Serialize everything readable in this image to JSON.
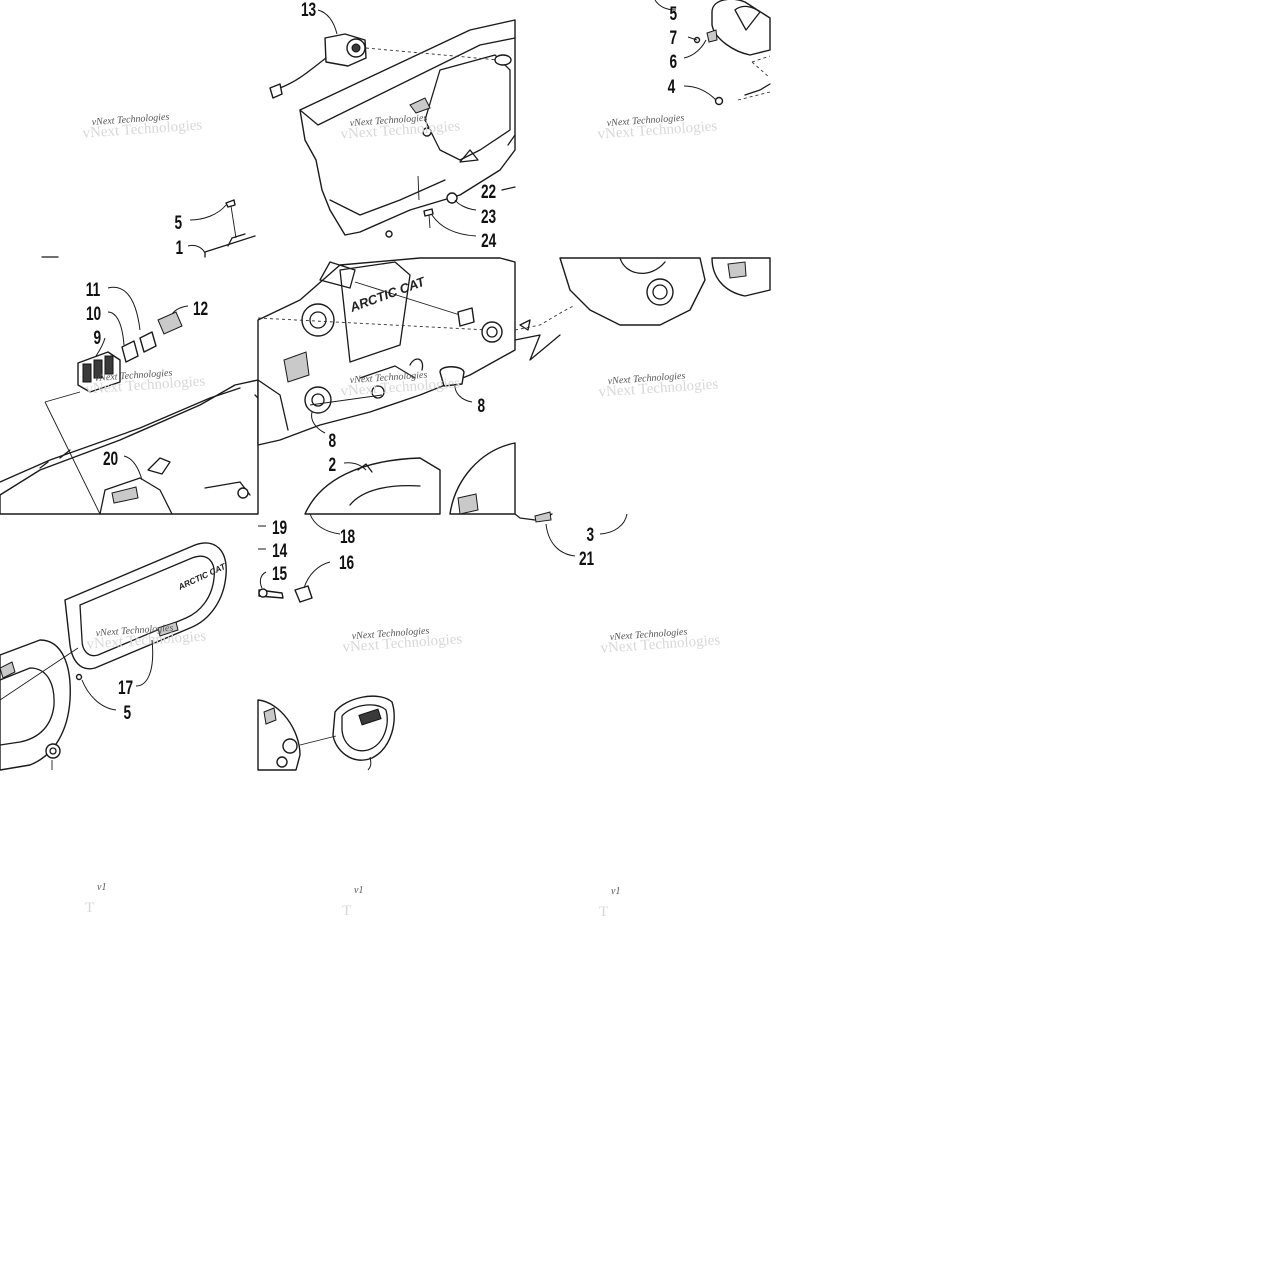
{
  "callouts": [
    {
      "label": "13"
    },
    {
      "label": "5"
    },
    {
      "label": "7"
    },
    {
      "label": "6"
    },
    {
      "label": "4"
    },
    {
      "label": "5"
    },
    {
      "label": "1"
    },
    {
      "label": "22"
    },
    {
      "label": "23"
    },
    {
      "label": "24"
    },
    {
      "label": "11"
    },
    {
      "label": "10"
    },
    {
      "label": "12"
    },
    {
      "label": "9"
    },
    {
      "label": "8"
    },
    {
      "label": "8"
    },
    {
      "label": "2"
    },
    {
      "label": "20"
    },
    {
      "label": "19"
    },
    {
      "label": "14"
    },
    {
      "label": "15"
    },
    {
      "label": "16"
    },
    {
      "label": "18"
    },
    {
      "label": "3"
    },
    {
      "label": "21"
    },
    {
      "label": "17"
    },
    {
      "label": "5"
    }
  ],
  "watermark": {
    "text": "vNext Technologies",
    "short": "v1"
  },
  "brand": {
    "text": "ARCTIC CAT"
  }
}
